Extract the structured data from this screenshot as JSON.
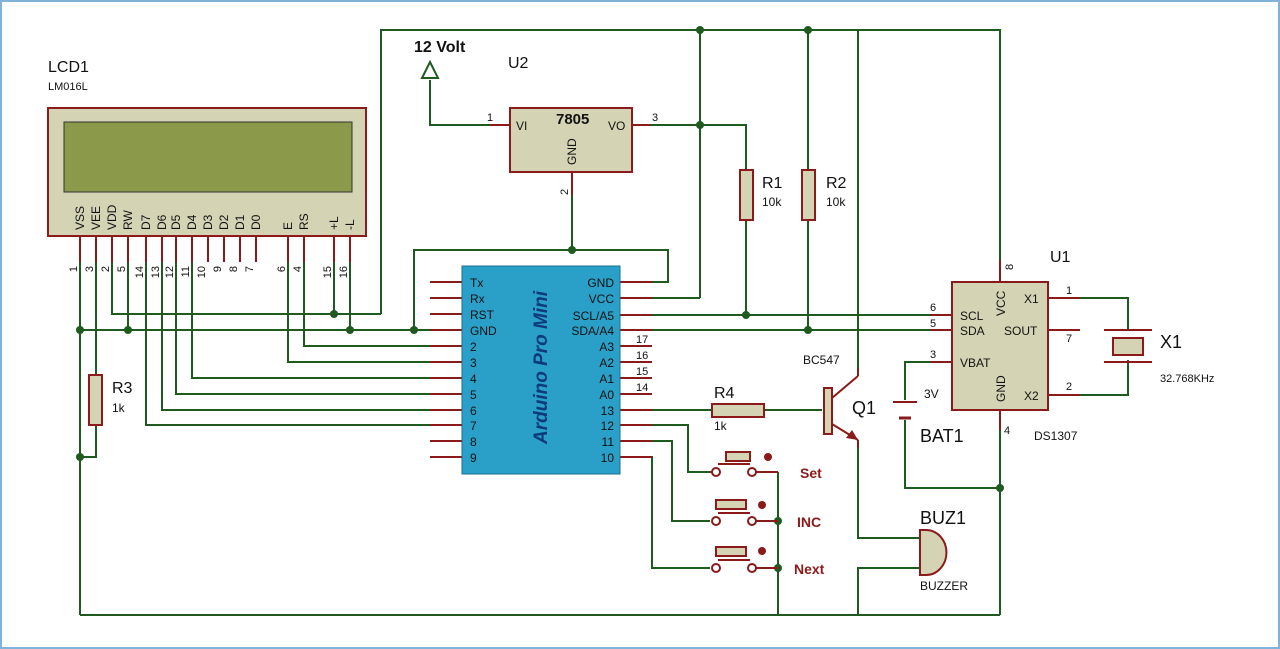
{
  "colors": {
    "wire": "#1f5a1f",
    "pin": "#8b1a1a",
    "component_fill": "#d4d4b4",
    "lcd_screen": "#8a9a4a",
    "arduino_fill": "#2aa0c8",
    "arduino_text": "#0d3a7a",
    "button_label": "#8b1a1a",
    "frame": "#7fb3d9"
  },
  "lcd": {
    "ref": "LCD1",
    "part": "LM016L",
    "pin_names": [
      "VSS",
      "VEE",
      "VDD",
      "RW",
      "D7",
      "D6",
      "D5",
      "D4",
      "D3",
      "D2",
      "D1",
      "D0",
      "E",
      "RS",
      "+L",
      "-L"
    ],
    "pin_numbers": [
      "1",
      "3",
      "2",
      "5",
      "14",
      "13",
      "12",
      "11",
      "10",
      "9",
      "8",
      "7",
      "6",
      "4",
      "15",
      "16"
    ]
  },
  "power": {
    "label": "12 Volt"
  },
  "regulator": {
    "ref": "U2",
    "part": "7805",
    "vi": "VI",
    "vo": "VO",
    "gnd": "GND",
    "pin_vi": "1",
    "pin_vo": "3",
    "pin_gnd": "2"
  },
  "arduino": {
    "title": "Arduino Pro Mini",
    "left_pins": [
      "Tx",
      "Rx",
      "RST",
      "GND",
      "2",
      "3",
      "4",
      "5",
      "6",
      "7",
      "8",
      "9"
    ],
    "right_pins": [
      "GND",
      "VCC",
      "SCL/A5",
      "SDA/A4",
      "A3",
      "A2",
      "A1",
      "A0",
      "13",
      "12",
      "11",
      "10"
    ],
    "right_nums": [
      "17",
      "16",
      "15",
      "14"
    ]
  },
  "resistors": {
    "r1": {
      "ref": "R1",
      "value": "10k"
    },
    "r2": {
      "ref": "R2",
      "value": "10k"
    },
    "r3": {
      "ref": "R3",
      "value": "1k"
    },
    "r4": {
      "ref": "R4",
      "value": "1k"
    }
  },
  "rtc": {
    "ref": "U1",
    "part": "DS1307",
    "scl": "SCL",
    "sda": "SDA",
    "vbat": "VBAT",
    "vcc": "VCC",
    "gnd": "GND",
    "x1": "X1",
    "x2": "X2",
    "sout": "SOUT",
    "pin_scl": "6",
    "pin_sda": "5",
    "pin_vbat": "3",
    "pin_vcc": "8",
    "pin_gnd": "4",
    "pin_x1": "1",
    "pin_x2": "2",
    "pin_sout": "7"
  },
  "crystal": {
    "ref": "X1",
    "value": "32.768KHz"
  },
  "transistor": {
    "ref": "Q1",
    "part": "BC547"
  },
  "battery": {
    "ref": "BAT1",
    "value": "3V"
  },
  "buzzer": {
    "ref": "BUZ1",
    "part": "BUZZER"
  },
  "buttons": {
    "set": "Set",
    "inc": "INC",
    "next": "Next"
  }
}
